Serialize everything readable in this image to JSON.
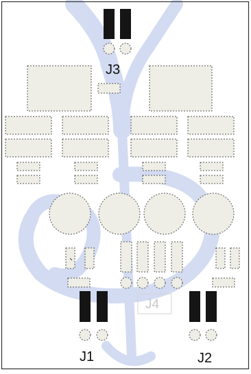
{
  "diagram": {
    "labels": {
      "j1": "J1",
      "j2": "J2",
      "j3": "J3",
      "j4": "J4"
    },
    "colors": {
      "pad_fill": "#eeeee6",
      "pad_outline": "#555555",
      "pin": "#151515",
      "watermark": "#c9d4ee",
      "frame": "#333333",
      "j4_label": "#c8c8c8"
    },
    "watermark_icon": "treble-clef-watermark",
    "connectors": {
      "j3": {
        "pins": 2
      },
      "j1": {
        "pins": 2
      },
      "j2": {
        "pins": 2
      },
      "j4": {
        "pins": 4
      }
    }
  }
}
